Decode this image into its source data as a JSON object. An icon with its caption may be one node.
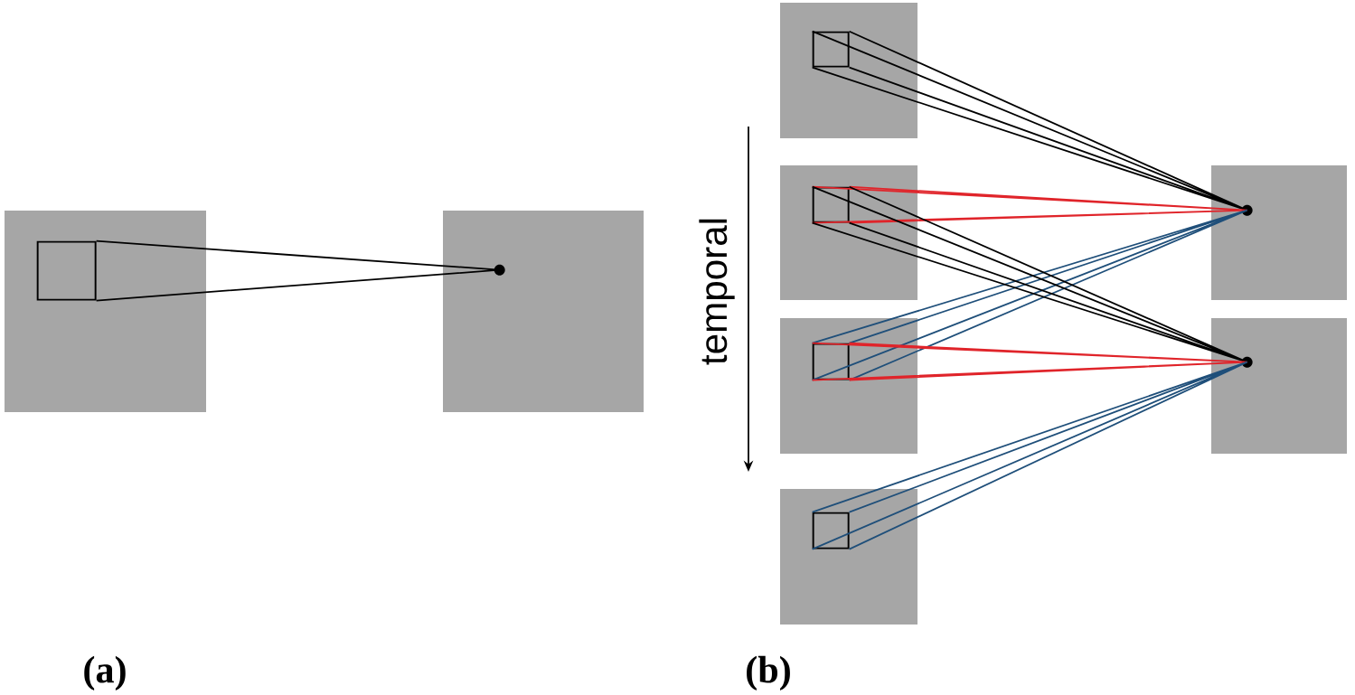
{
  "diagram": {
    "nodes": [
      {
        "text": [],
        "shape": "box"
      },
      {
        "text": [],
        "shape": "box",
        "in": 0
      },
      {
        "text": [],
        "shape": "box"
      },
      {
        "text": [],
        "shape": "circle",
        "in": 2
      },
      {
        "text": [],
        "shape": "box"
      },
      {
        "text": [],
        "shape": "box",
        "in": 4
      },
      {
        "text": [],
        "shape": "box"
      },
      {
        "text": [],
        "shape": "box",
        "in": 6
      },
      {
        "text": [],
        "shape": "box"
      },
      {
        "text": [],
        "shape": "box",
        "in": 8
      },
      {
        "text": [],
        "shape": "box"
      },
      {
        "text": [],
        "shape": "box",
        "in": 10
      },
      {
        "text": [],
        "shape": "box"
      },
      {
        "text": [],
        "shape": "circle",
        "in": 12
      },
      {
        "text": [],
        "shape": "box"
      },
      {
        "text": [],
        "shape": "circle",
        "in": 14
      }
    ],
    "edges": [
      {
        "from": 1,
        "to": 3,
        "arrow": "none"
      },
      {
        "from": 5,
        "to": 13,
        "arrow": "none"
      },
      {
        "from": 7,
        "to": 13,
        "arrow": "none",
        "color": "#e0242a"
      },
      {
        "from": 9,
        "to": 13,
        "arrow": "none",
        "color": "#1f4f7a"
      },
      {
        "from": 7,
        "to": 15,
        "arrow": "none"
      },
      {
        "from": 9,
        "to": 15,
        "arrow": "none",
        "color": "#e0242a"
      },
      {
        "from": 11,
        "to": 15,
        "arrow": "none",
        "color": "#1f4f7a"
      }
    ],
    "labels": [
      "temporal",
      "(a)",
      "(b)"
    ]
  }
}
